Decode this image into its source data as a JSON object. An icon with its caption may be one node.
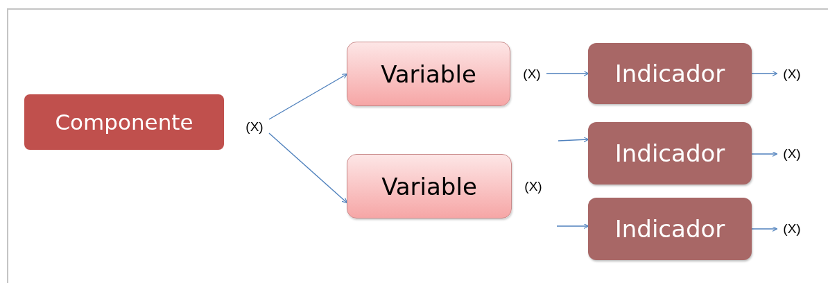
{
  "diagram": {
    "nodes": [
      {
        "text": [
          "Componente"
        ]
      },
      {
        "text": [
          "(X)"
        ]
      },
      {
        "text": [
          "Variable"
        ]
      },
      {
        "text": [
          "Variable"
        ]
      },
      {
        "text": [
          "(X)"
        ]
      },
      {
        "text": [
          "Indicador"
        ]
      },
      {
        "text": [
          "(X)"
        ]
      },
      {
        "text": [
          "Indicador"
        ]
      },
      {
        "text": [
          "(X)"
        ]
      },
      {
        "text": [
          "Indicador"
        ]
      },
      {
        "text": [
          "(X)"
        ]
      },
      {
        "text": [
          "(X)"
        ]
      }
    ],
    "edges": [
      {
        "from": 1,
        "to": 2,
        "arrow": "to"
      },
      {
        "from": 1,
        "to": 3,
        "arrow": "to"
      },
      {
        "from": 4,
        "to": 5,
        "arrow": "to"
      },
      {
        "from": 5,
        "to": 6,
        "arrow": "to"
      },
      {
        "from": null,
        "to": 7,
        "arrow": "to"
      },
      {
        "from": 7,
        "to": 8,
        "arrow": "to"
      },
      {
        "from": null,
        "to": 9,
        "arrow": "to"
      },
      {
        "from": 9,
        "to": 10,
        "arrow": "to"
      }
    ]
  }
}
